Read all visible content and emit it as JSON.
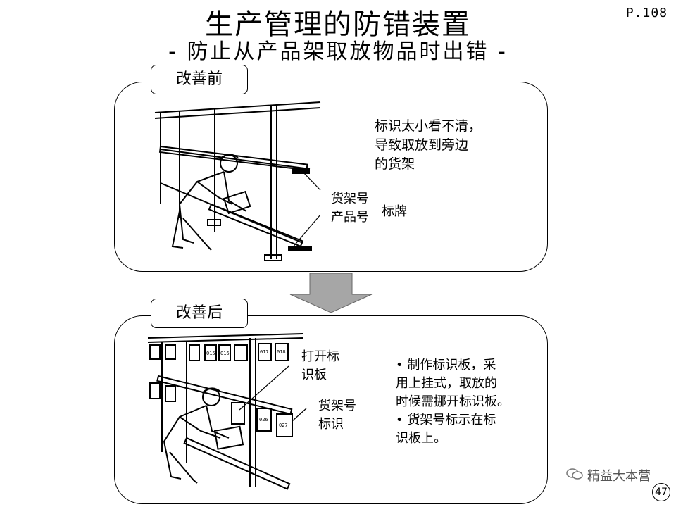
{
  "header": {
    "title": "生产管理的防错装置",
    "subtitle": "- 防止从产品架取放物品时出错 -",
    "page_ref": "P.108"
  },
  "before": {
    "tag": "改善前",
    "note": "标识太小看不清，\n导致取放到旁边\n的货架",
    "label_shelf_product": "货架号\n产品号",
    "label_sign": "标牌"
  },
  "after": {
    "tag": "改善后",
    "label_open_board": "打开标\n识板",
    "label_shelf_no": "货架号\n标识",
    "bullets": "• 制作标识板，采\n用上挂式，取放的\n时候需挪开标识板。\n• 货架号标示在标\n识板上。",
    "board_numbers": [
      "015",
      "016",
      "017",
      "018",
      "026",
      "027"
    ]
  },
  "footer": {
    "watermark": "精益大本营",
    "slide_number": "47"
  }
}
